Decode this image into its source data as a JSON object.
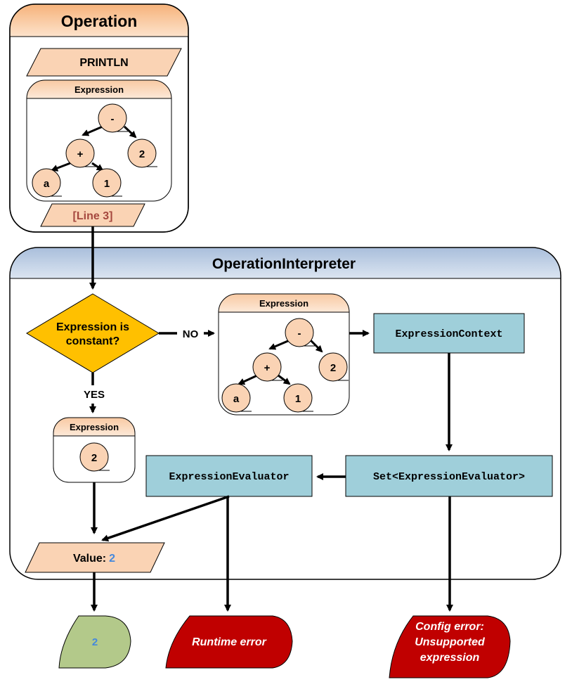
{
  "operation": {
    "title": "Operation",
    "print_label": "PRINTLN",
    "expression_title": "Expression",
    "tree": {
      "root": "-",
      "plus": "+",
      "two": "2",
      "a": "a",
      "one": "1"
    },
    "line_label": "[Line 3]"
  },
  "interpreter": {
    "title": "OperationInterpreter",
    "decision_label_line1": "Expression is",
    "decision_label_line2": "constant?",
    "no_label": "NO",
    "yes_label": "YES",
    "expression_title": "Expression",
    "tree": {
      "root": "-",
      "plus": "+",
      "two": "2",
      "a": "a",
      "one": "1"
    },
    "constant_expression_title": "Expression",
    "constant_value": "2",
    "context_label": "ExpressionContext",
    "evaluator_set_label": "Set<ExpressionEvaluator>",
    "evaluator_label": "ExpressionEvaluator",
    "value_label": "Value:",
    "value_number": "2"
  },
  "terminals": {
    "result": "2",
    "runtime_error": "Runtime error",
    "config_error_line1": "Config error:",
    "config_error_line2": "Unsupported",
    "config_error_line3": "expression"
  },
  "colors": {
    "peach": "#fad3b4",
    "peach_dark": "#f4a460",
    "interpreter_header": "#bccce0",
    "decision": "#ffc000",
    "process_box": "#9fcfda",
    "result_terminal": "#b3c98a",
    "error_terminal": "#c00000",
    "line_text": "#a5473e",
    "value_blue": "#4488dd"
  }
}
